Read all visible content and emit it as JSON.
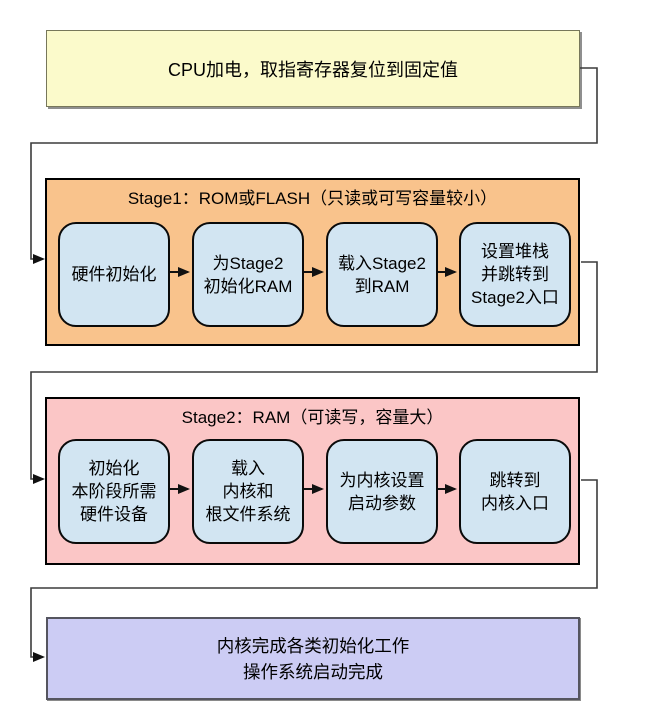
{
  "diagram": {
    "subject": "embedded-system-boot-flow",
    "background": "#ffffff"
  },
  "colors": {
    "start_fill": "#FBFACB",
    "stage1_fill": "#F9C38C",
    "stage2_fill": "#FBC6C6",
    "step_fill": "#D2E5F2",
    "end_fill": "#CCCCF4",
    "border": "#000000",
    "connector": "#3c3c3c"
  },
  "start_box": {
    "text": "CPU加电，取指寄存器复位到固定值"
  },
  "stage1": {
    "title": "Stage1：ROM或FLASH（只读或可写容量较小）",
    "steps": [
      {
        "text": "硬件初始化"
      },
      {
        "text": "为Stage2\n初始化RAM"
      },
      {
        "text": "载入Stage2\n到RAM"
      },
      {
        "text": "设置堆栈\n并跳转到\nStage2入口"
      }
    ]
  },
  "stage2": {
    "title": "Stage2：RAM（可读写，容量大）",
    "steps": [
      {
        "text": "初始化\n本阶段所需\n硬件设备"
      },
      {
        "text": "载入\n内核和\n根文件系统"
      },
      {
        "text": "为内核设置\n启动参数"
      },
      {
        "text": "跳转到\n内核入口"
      }
    ]
  },
  "end_box": {
    "text": "内核完成各类初始化工作\n操作系统启动完成"
  }
}
